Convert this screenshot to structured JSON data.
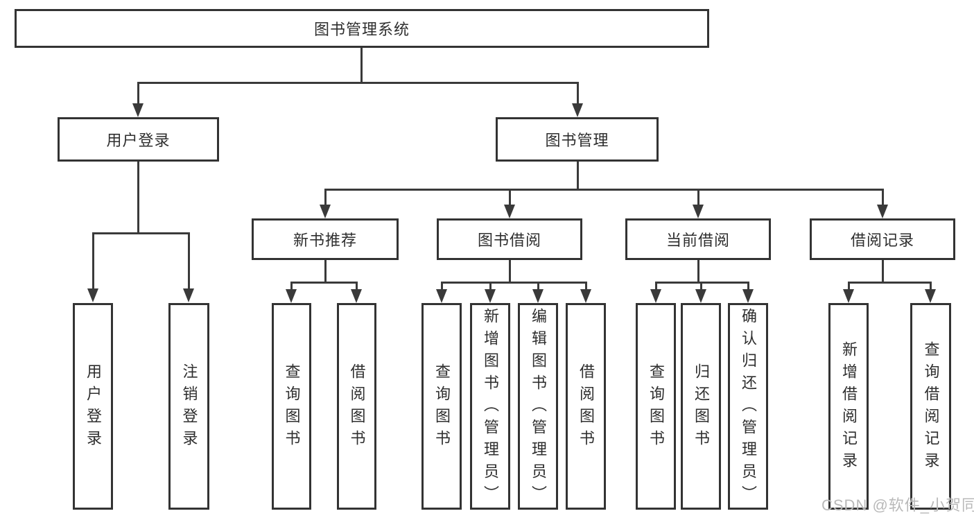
{
  "root": {
    "label": "图书管理系统"
  },
  "branches": {
    "user_login": {
      "label": "用户登录",
      "children": [
        {
          "label": "用户登录"
        },
        {
          "label": "注销登录"
        }
      ]
    },
    "book_mgmt": {
      "label": "图书管理",
      "groups": [
        {
          "label": "新书推荐",
          "children": [
            {
              "label": "查询图书"
            },
            {
              "label": "借阅图书"
            }
          ]
        },
        {
          "label": "图书借阅",
          "children": [
            {
              "label": "查询图书"
            },
            {
              "label": "新增图书（管理员）"
            },
            {
              "label": "编辑图书（管理员）"
            },
            {
              "label": "借阅图书"
            }
          ]
        },
        {
          "label": "当前借阅",
          "children": [
            {
              "label": "查询图书"
            },
            {
              "label": "归还图书"
            },
            {
              "label": "确认归还（管理员）"
            }
          ]
        },
        {
          "label": "借阅记录",
          "children": [
            {
              "label": "新增借阅记录"
            },
            {
              "label": "查询借阅记录"
            }
          ]
        }
      ]
    }
  },
  "watermark": {
    "text": "CSDN @软件_小贺同学"
  },
  "colors": {
    "line": "#3a3a3a",
    "box_border": "#333333",
    "text": "#2e2e2e",
    "watermark_text": "#b9b9b9",
    "background": "#ffffff"
  }
}
